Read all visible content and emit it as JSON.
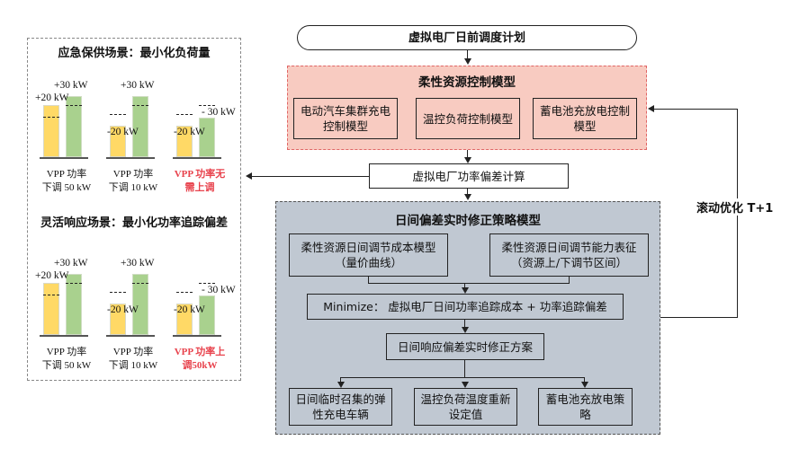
{
  "left_panel": {
    "scenario1": {
      "title": "应急保供场景：最小化负荷量",
      "groups": [
        {
          "yellow_label": "+20 kW",
          "green_label": "+30 kW",
          "caption_line1": "VPP 功率",
          "caption_line2": "下调 50 kW",
          "highlight": false
        },
        {
          "yellow_label": "-20 kW",
          "green_label": "+30 kW",
          "caption_line1": "VPP 功率",
          "caption_line2": "下调 10 kW",
          "highlight": false
        },
        {
          "yellow_label": "-20 kW",
          "green_label": "- 30 kW",
          "caption_line1": "VPP 功率无",
          "caption_line2": "需上调",
          "highlight": true
        }
      ]
    },
    "scenario2": {
      "title": "灵活响应场景：最小化功率追踪偏差",
      "groups": [
        {
          "yellow_label": "+20 kW",
          "green_label": "+30 kW",
          "caption_line1": "VPP 功率",
          "caption_line2": "下调 50 kW",
          "highlight": false
        },
        {
          "yellow_label": "-20 kW",
          "green_label": "+30 kW",
          "caption_line1": "VPP 功率",
          "caption_line2": "下调 10 kW",
          "highlight": false
        },
        {
          "yellow_label": "-20 kW",
          "green_label": "- 30 kW",
          "caption_line1": "VPP 功率上",
          "caption_line2": "调50kW",
          "highlight": true
        }
      ]
    }
  },
  "flow": {
    "start": "虚拟电厂日前调度计划",
    "flex_model": {
      "title": "柔性资源控制模型",
      "items": [
        "电动汽车集群充电控制模型",
        "温控负荷控制模型",
        "蓄电池充放电控制模型"
      ]
    },
    "deviation_calc": "虚拟电厂功率偏差计算",
    "correction_model": {
      "title": "日间偏差实时修正策略模型",
      "cost_model_line1": "柔性资源日间调节成本模型",
      "cost_model_line2": "（量价曲线）",
      "capability_line1": "柔性资源日间调节能力表征",
      "capability_line2": "（资源上/下调节区间）",
      "objective": "Minimize： 虚拟电厂日间功率追踪成本 + 功率追踪偏差",
      "plan": "日间响应偏差实时修正方案",
      "outputs": [
        "日间临时召集的弹性充电车辆",
        "温控负荷温度重新设定值",
        "蓄电池充放电策略"
      ]
    },
    "rolling": "滚动优化 T+1"
  },
  "colors": {
    "flex_panel_bg": "#f8cbc1",
    "flex_panel_border": "#e06666",
    "correction_panel_bg": "#c0c8d2",
    "bar_yellow": "#ffd966",
    "bar_green": "#a9d18e",
    "highlight_red": "#e8434d"
  }
}
